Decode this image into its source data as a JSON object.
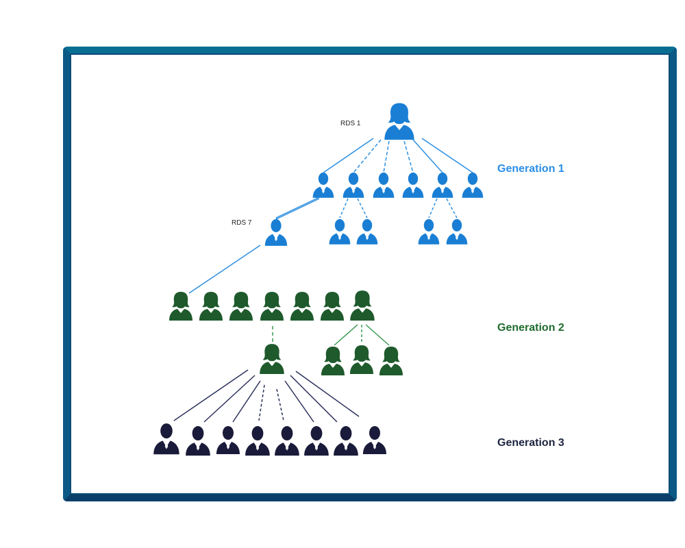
{
  "labels": {
    "gen1": "Generation 1",
    "gen2": "Generation 2",
    "gen3": "Generation 3",
    "root_tag": "RDS 1",
    "sub_tag": "RDS 7"
  },
  "colors": {
    "gen1": "#1a7fd4",
    "gen2": "#1f5a2c",
    "gen3": "#1a1a3a",
    "gen1_label": "#2a8ee6",
    "gen2_label": "#1f6b2e",
    "gen3_label": "#1c2440"
  }
}
